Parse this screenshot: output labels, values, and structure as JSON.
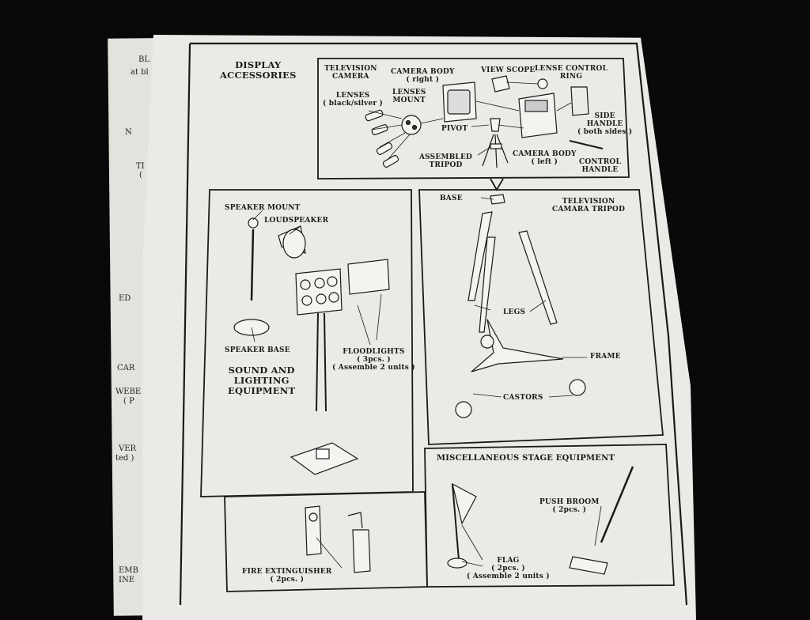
{
  "page_title": [
    "DISPLAY",
    "ACCESSORIES"
  ],
  "back_page_fragments": [
    "BL",
    "at bl",
    "N",
    "TI",
    "(",
    "ED",
    "CAR",
    "WEBE",
    "( P",
    "VER",
    "ted )",
    "EMB",
    "INE"
  ],
  "television_camera": {
    "title": [
      "TELEVISION",
      "CAMERA"
    ],
    "lenses": [
      "LENSES",
      "( black/silver )"
    ],
    "lenses_mount": [
      "LENSES",
      "MOUNT"
    ],
    "camera_body_right": [
      "CAMERA BODY",
      "( right )"
    ],
    "view_scope": "VIEW SCOPE",
    "lense_control_ring": [
      "LENSE CONTROL",
      "RING"
    ],
    "side_handle": [
      "SIDE",
      "HANDLE",
      "( both sides )"
    ],
    "pivot": "PIVOT",
    "assembled_tripod": [
      "ASSEMBLED",
      "TRIPOD"
    ],
    "camera_body_left": [
      "CAMERA BODY",
      "( left )"
    ],
    "control_handle": [
      "CONTROL",
      "HANDLE"
    ]
  },
  "sound_lighting": {
    "speaker_mount": "SPEAKER MOUNT",
    "loudspeaker": "LOUDSPEAKER",
    "speaker_base": "SPEAKER BASE",
    "section_title": [
      "SOUND AND",
      "LIGHTING",
      "EQUIPMENT"
    ],
    "floodlights": [
      "FLOODLIGHTS",
      "( 3pcs. )",
      "( Assemble 2 units )"
    ]
  },
  "tripod": {
    "base": "BASE",
    "title": [
      "TELEVISION",
      "CAMARA TRIPOD"
    ],
    "legs": "LEGS",
    "frame": "FRAME",
    "castors": "CASTORS"
  },
  "misc": {
    "title": "MISCELLANEOUS STAGE EQUIPMENT",
    "push_broom": [
      "PUSH BROOM",
      "( 2pcs. )"
    ],
    "fire_extinguisher": [
      "FIRE EXTINGUISHER",
      "( 2pcs. )"
    ],
    "flag": [
      "FLAG",
      "( 2pcs. )",
      "( Assemble 2 units )"
    ]
  }
}
